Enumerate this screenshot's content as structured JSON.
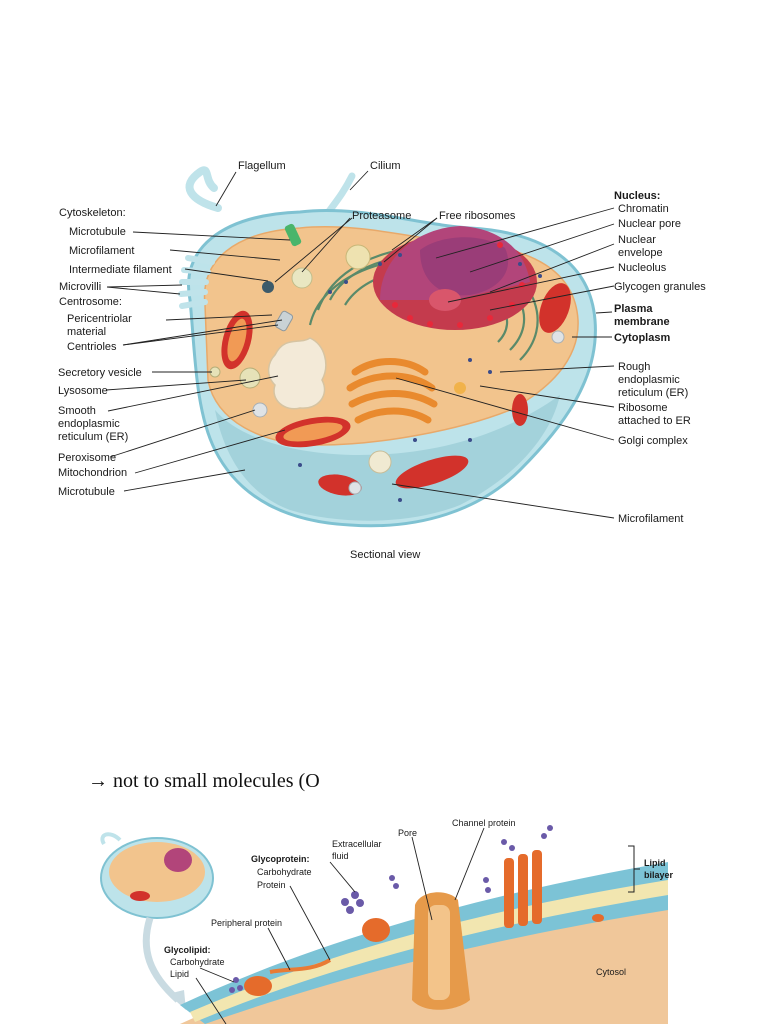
{
  "figure1": {
    "caption": "Sectional view",
    "labels": {
      "flagellum": "Flagellum",
      "cilium": "Cilium",
      "cytoskeleton": "Cytoskeleton:",
      "microtubule": "Microtubule",
      "microfilament": "Microfilament",
      "intermediate_filament": "Intermediate filament",
      "microvilli": "Microvilli",
      "centrosome": "Centrosome:",
      "pericentriolar_1": "Pericentriolar",
      "pericentriolar_2": "material",
      "centrioles": "Centrioles",
      "proteasome": "Proteasome",
      "free_ribosomes": "Free ribosomes",
      "secretory_vesicle": "Secretory vesicle",
      "lysosome": "Lysosome",
      "smooth_er_1": "Smooth",
      "smooth_er_2": "endoplasmic",
      "smooth_er_3": "reticulum (ER)",
      "peroxisome": "Peroxisome",
      "mitochondrion": "Mitochondrion",
      "microtubule_bottom": "Microtubule",
      "nucleus": "Nucleus:",
      "chromatin": "Chromatin",
      "nuclear_pore": "Nuclear pore",
      "nuclear_envelope_1": "Nuclear",
      "nuclear_envelope_2": "envelope",
      "nucleolus": "Nucleolus",
      "glycogen_granules": "Glycogen granules",
      "plasma_membrane_1": "Plasma",
      "plasma_membrane_2": "membrane",
      "cytoplasm": "Cytoplasm",
      "rough_er_1": "Rough",
      "rough_er_2": "endoplasmic",
      "rough_er_3": "reticulum (ER)",
      "ribosome_er_1": "Ribosome",
      "ribosome_er_2": "attached to ER",
      "golgi": "Golgi complex",
      "microfilament_bottom": "Microfilament"
    }
  },
  "body_text": "→ not to small molecules (O",
  "figure2": {
    "labels": {
      "pore": "Pore",
      "channel_protein": "Channel protein",
      "extracellular_1": "Extracellular",
      "extracellular_2": "fluid",
      "glycoprotein": "Glycoprotein:",
      "gp_carbohydrate": "Carbohydrate",
      "gp_protein": "Protein",
      "lipid_bilayer_1": "Lipid",
      "lipid_bilayer_2": "bilayer",
      "peripheral_protein": "Peripheral protein",
      "glycolipid": "Glycolipid:",
      "gl_carbohydrate": "Carbohydrate",
      "gl_lipid": "Lipid",
      "cytosol": "Cytosol"
    }
  },
  "colors": {
    "cytoplasm": "#f2c48d",
    "membrane": "#a9d8e2",
    "nucleus": "#b2457a",
    "mitochondrion": "#d2322b",
    "golgi": "#e98a2e",
    "bilayer": "#7cc3d6"
  }
}
